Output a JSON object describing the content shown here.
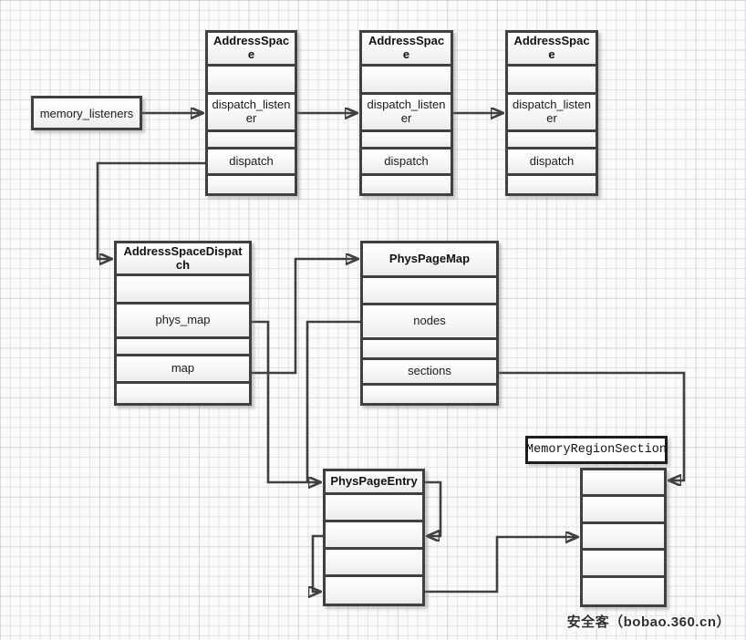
{
  "diagram": {
    "memory_listeners": {
      "label": "memory_listeners"
    },
    "address_spaces": [
      {
        "title": "AddressSpace",
        "field_listener": "dispatch_listener",
        "field_dispatch": "dispatch"
      },
      {
        "title": "AddressSpace",
        "field_listener": "dispatch_listener",
        "field_dispatch": "dispatch"
      },
      {
        "title": "AddressSpace",
        "field_listener": "dispatch_listener",
        "field_dispatch": "dispatch"
      }
    ],
    "address_space_dispatch": {
      "title": "AddressSpaceDispatch",
      "field_phys_map": "phys_map",
      "field_map": "map"
    },
    "phys_page_map": {
      "title": "PhysPageMap",
      "field_nodes": "nodes",
      "field_sections": "sections"
    },
    "phys_page_entry": {
      "title": "PhysPageEntry"
    },
    "memory_region_section": {
      "label": "MemoryRegionSection"
    }
  },
  "watermark": {
    "text": "安全客（bobao.360.cn）"
  },
  "colors": {
    "line": "#404040",
    "box_border": "#404040",
    "grid": "#dcdce2",
    "background": "#fbfbfb"
  }
}
